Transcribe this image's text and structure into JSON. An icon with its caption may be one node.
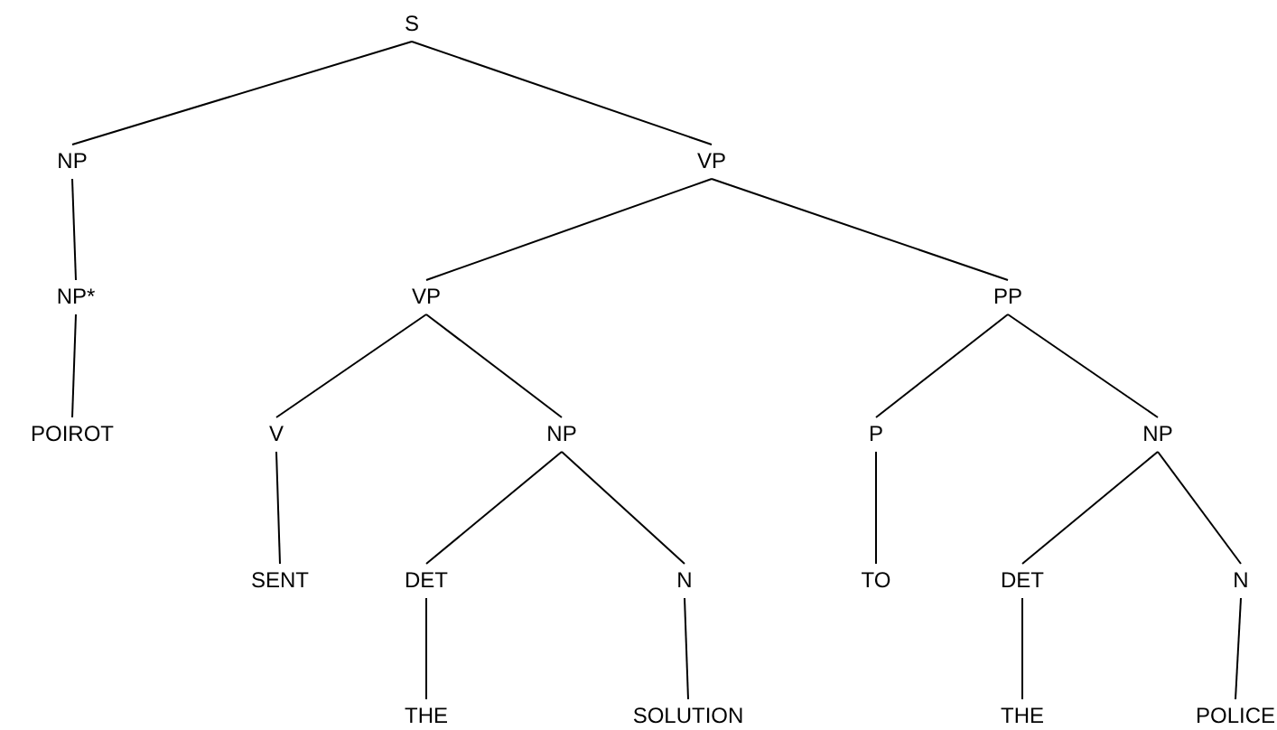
{
  "diagram": {
    "nodes": [
      {
        "text": [
          "S"
        ]
      },
      {
        "text": [
          "NP"
        ]
      },
      {
        "text": [
          "VP"
        ]
      },
      {
        "text": [
          "NP*"
        ]
      },
      {
        "text": [
          "POIROT"
        ]
      },
      {
        "text": [
          "VP"
        ]
      },
      {
        "text": [
          "PP"
        ]
      },
      {
        "text": [
          "V"
        ]
      },
      {
        "text": [
          "NP"
        ]
      },
      {
        "text": [
          "P"
        ]
      },
      {
        "text": [
          "NP"
        ]
      },
      {
        "text": [
          "SENT"
        ]
      },
      {
        "text": [
          "DET"
        ]
      },
      {
        "text": [
          "N"
        ]
      },
      {
        "text": [
          "TO"
        ]
      },
      {
        "text": [
          "DET"
        ]
      },
      {
        "text": [
          "N"
        ]
      },
      {
        "text": [
          "THE"
        ]
      },
      {
        "text": [
          "SOLUTION"
        ]
      },
      {
        "text": [
          "THE"
        ]
      },
      {
        "text": [
          "POLICE"
        ]
      }
    ],
    "edges": [
      {
        "from": 0,
        "to": 1,
        "arrow": "none"
      },
      {
        "from": 0,
        "to": 2,
        "arrow": "none"
      },
      {
        "from": 1,
        "to": 3,
        "arrow": "none"
      },
      {
        "from": 3,
        "to": 4,
        "arrow": "none"
      },
      {
        "from": 2,
        "to": 5,
        "arrow": "none"
      },
      {
        "from": 2,
        "to": 6,
        "arrow": "none"
      },
      {
        "from": 5,
        "to": 7,
        "arrow": "none"
      },
      {
        "from": 5,
        "to": 8,
        "arrow": "none"
      },
      {
        "from": 6,
        "to": 9,
        "arrow": "none"
      },
      {
        "from": 6,
        "to": 10,
        "arrow": "none"
      },
      {
        "from": 7,
        "to": 11,
        "arrow": "none"
      },
      {
        "from": 8,
        "to": 12,
        "arrow": "none"
      },
      {
        "from": 8,
        "to": 13,
        "arrow": "none"
      },
      {
        "from": 9,
        "to": 14,
        "arrow": "none"
      },
      {
        "from": 10,
        "to": 15,
        "arrow": "none"
      },
      {
        "from": 10,
        "to": 16,
        "arrow": "none"
      },
      {
        "from": 12,
        "to": 17,
        "arrow": "none"
      },
      {
        "from": 13,
        "to": 18,
        "arrow": "none"
      },
      {
        "from": 15,
        "to": 19,
        "arrow": "none"
      },
      {
        "from": 16,
        "to": 20,
        "arrow": "none"
      }
    ]
  }
}
